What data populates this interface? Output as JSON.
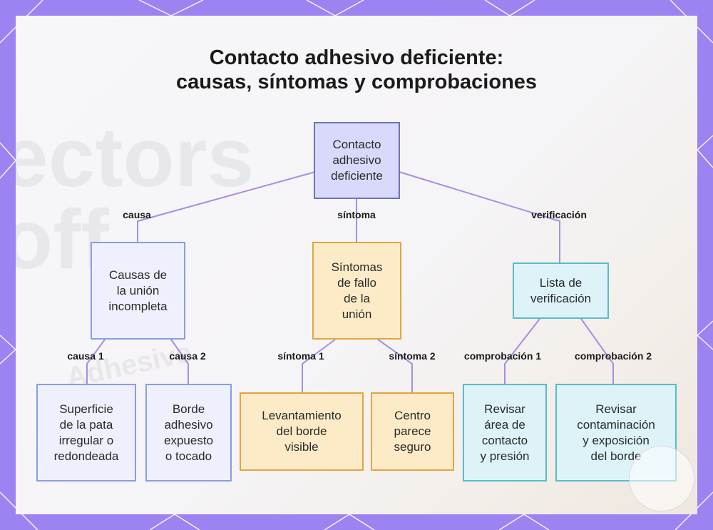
{
  "title": {
    "line1": "Contacto adhesivo deficiente:",
    "line2": "causas, síntomas y comprobaciones"
  },
  "nodes": {
    "root": "Contacto\nadhesivo\ndeficiente",
    "causes": "Causas de\nla unión\nincompleta",
    "symptoms": "Síntomas\nde fallo\nde la\nunión",
    "checklist": "Lista de\nverificación",
    "cause1": "Superficie\nde la pata\nirregular o\nredondeada",
    "cause2": "Borde\nadhesivo\nexpuesto\no tocado",
    "symptom1": "Levantamiento\ndel borde\nvisible",
    "symptom2": "Centro\nparece\nseguro",
    "check1": "Revisar\nárea de\ncontacto\ny presión",
    "check2": "Revisar\ncontaminación\ny exposición\ndel borde"
  },
  "edge_labels": {
    "causa": "causa",
    "sintoma": "síntoma",
    "verificacion": "verificación",
    "causa1": "causa 1",
    "causa2": "causa 2",
    "sintoma1": "síntoma 1",
    "sintoma2": "síntoma 2",
    "comprobacion1": "comprobación 1",
    "comprobacion2": "comprobación 2"
  },
  "colors": {
    "frame": "#9b83f2",
    "edge": "#a98de0",
    "root_fill": "#d9d9fb",
    "cause_fill": "#eef1fd",
    "symptom_fill": "#fdebc8",
    "check_fill": "#ddf3f8"
  }
}
